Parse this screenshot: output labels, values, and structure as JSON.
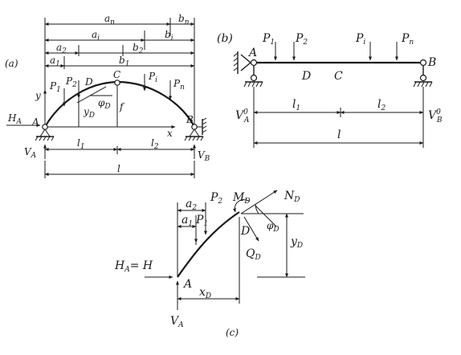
{
  "panel_a": {
    "tag": "(a)",
    "dims": {
      "an": "a",
      "an_sub": "n",
      "bn": "b",
      "bn_sub": "n",
      "ai": "a",
      "ai_sub": "i",
      "bi": "b",
      "bi_sub": "i",
      "a2": "a",
      "a2_sub": "2",
      "b2": "b",
      "b2_sub": "2",
      "a1": "a",
      "a1_sub": "1",
      "b1": "b",
      "b1_sub": "1"
    },
    "loads": {
      "P1": "P",
      "P1_sub": "1",
      "P2": "P",
      "P2_sub": "2",
      "Pi": "P",
      "Pi_sub": "i",
      "Pn": "P",
      "Pn_sub": "n"
    },
    "labels": {
      "y": "y",
      "D": "D",
      "C": "C",
      "phiD": "φ",
      "phiD_sub": "D",
      "yD": "y",
      "yD_sub": "D",
      "f": "f",
      "x": "x",
      "HA": "H",
      "HA_sub": "A",
      "A": "A",
      "B": "B",
      "VA": "V",
      "VA_sub": "A",
      "VB": "V",
      "VB_sub": "B",
      "l1": "l",
      "l1_sub": "1",
      "l2": "l",
      "l2_sub": "2",
      "l": "l"
    }
  },
  "panel_b": {
    "tag": "(b)",
    "labels": {
      "A": "A",
      "B": "B",
      "P1": "P",
      "P1_sub": "1",
      "P2": "P",
      "P2_sub": "2",
      "Pi": "P",
      "Pi_sub": "i",
      "Pn": "P",
      "Pn_sub": "n",
      "D": "D",
      "C": "C",
      "VA0": "V",
      "VA0_sup": "0",
      "VA0_sub": "A",
      "VB0": "V",
      "VB0_sup": "0",
      "VB0_sub": "B",
      "l1": "l",
      "l1_sub": "1",
      "l2": "l",
      "l2_sub": "2",
      "l": "l"
    }
  },
  "panel_c": {
    "tag": "(c)",
    "labels": {
      "a2": "a",
      "a2_sub": "2",
      "a1": "a",
      "a1_sub": "1",
      "P1": "P",
      "P1_sub": "1",
      "P2": "P",
      "P2_sub": "2",
      "MD": "M",
      "MD_sub": "D",
      "ND": "N",
      "ND_sub": "D",
      "D": "D",
      "phiD": "φ",
      "phiD_sub": "D",
      "QD": "Q",
      "QD_sub": "D",
      "yD": "y",
      "yD_sub": "D",
      "HA": "H",
      "HA_sub": "A",
      "eqH": "= H",
      "A": "A",
      "xD": "x",
      "xD_sub": "D",
      "VA": "V",
      "VA_sub": "A"
    }
  }
}
